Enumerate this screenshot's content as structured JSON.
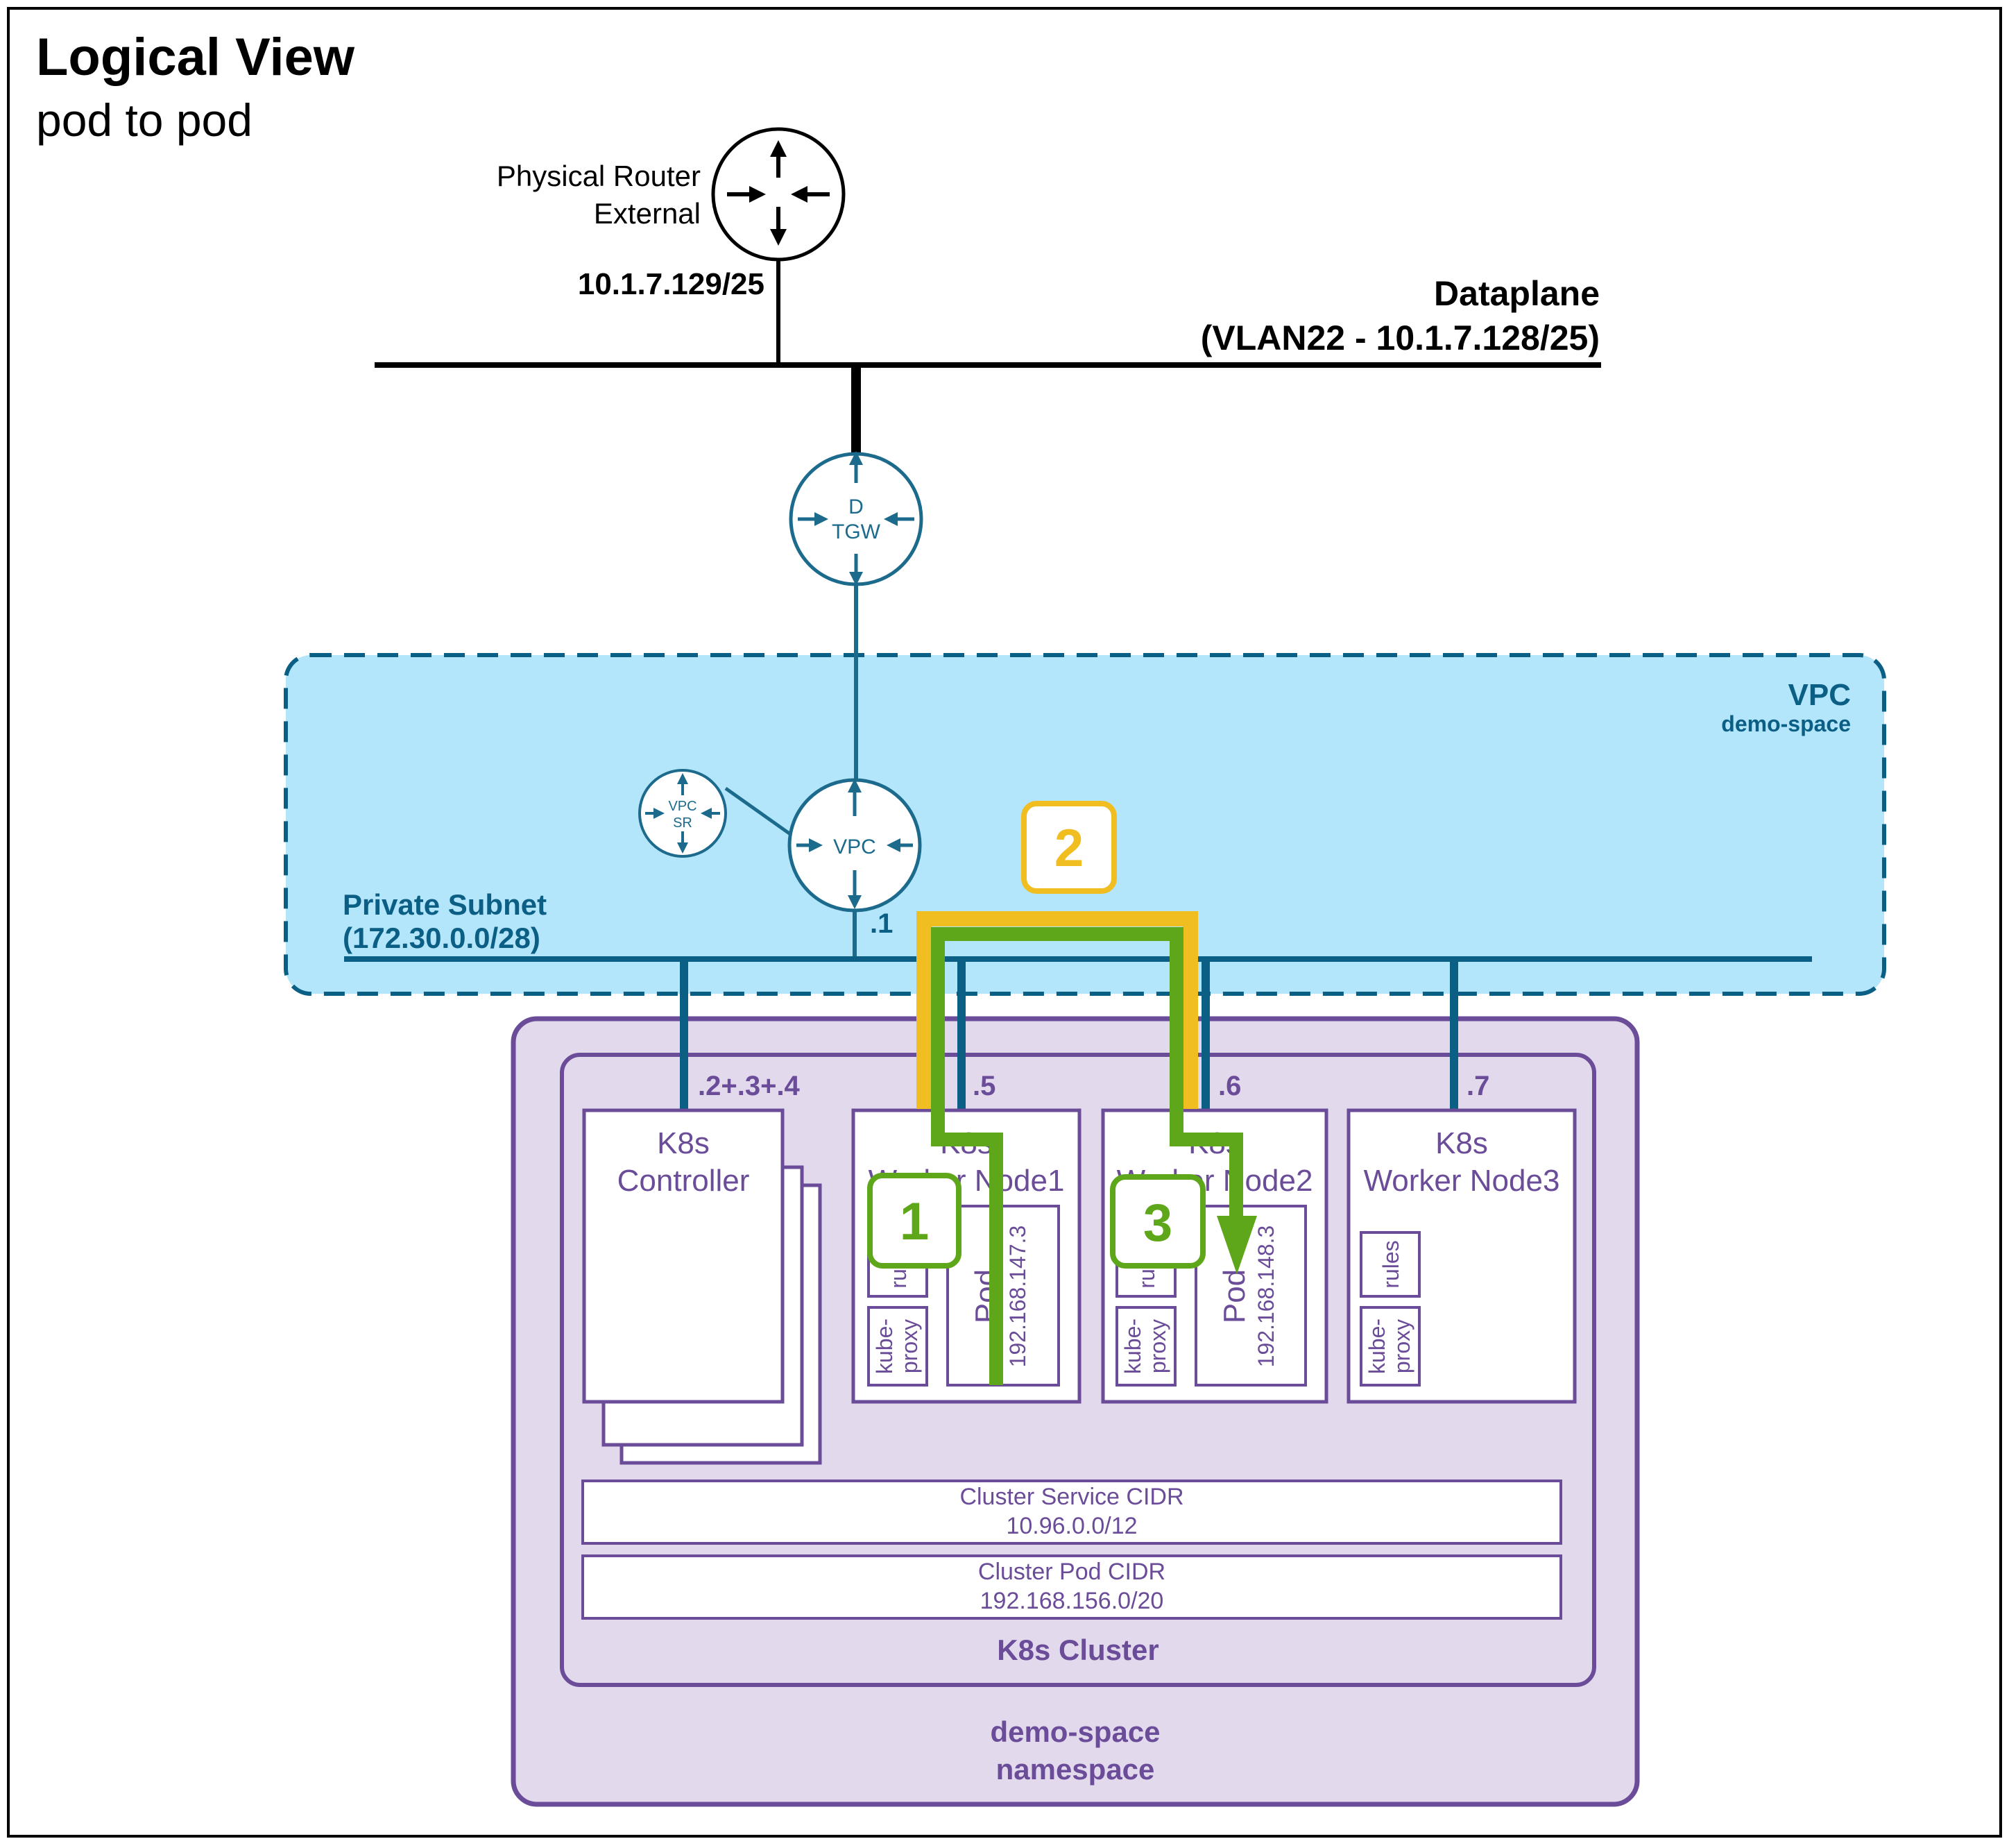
{
  "title": "Logical View",
  "subtitle": "pod to pod",
  "physical_router": {
    "line1": "Physical Router",
    "line2": "External",
    "ip": "10.1.7.129/25"
  },
  "dataplane": {
    "line1": "Dataplane",
    "line2": "(VLAN22 - 10.1.7.128/25)"
  },
  "tgw": {
    "line1": "D",
    "line2": "TGW"
  },
  "vpc_router": {
    "label": "VPC",
    "ip": ".1"
  },
  "vpc_sr": {
    "line1": "VPC",
    "line2": "SR"
  },
  "vpc": {
    "title": "VPC",
    "subtitle": "demo-space"
  },
  "subnet": {
    "line1": "Private Subnet",
    "line2": "(172.30.0.0/28)"
  },
  "nodes": {
    "controller": {
      "ip": ".2+.3+.4",
      "line1": "K8s",
      "line2": "Controller"
    },
    "worker1": {
      "ip": ".5",
      "line1": "K8s",
      "line2": "Worker Node1",
      "pod_label": "Pod",
      "pod_ip": "192.168.147.3",
      "rules": "rules",
      "kube_line1": "kube-",
      "kube_line2": "proxy"
    },
    "worker2": {
      "ip": ".6",
      "line1": "K8s",
      "line2": "Worker Node2",
      "pod_label": "Pod",
      "pod_ip": "192.168.148.3",
      "rules": "rules",
      "kube_line1": "kube-",
      "kube_line2": "proxy"
    },
    "worker3": {
      "ip": ".7",
      "line1": "K8s",
      "line2": "Worker Node3",
      "rules": "rules",
      "kube_line1": "kube-",
      "kube_line2": "proxy"
    }
  },
  "service_cidr": {
    "line1": "Cluster Service CIDR",
    "line2": "10.96.0.0/12"
  },
  "pod_cidr": {
    "line1": "Cluster Pod CIDR",
    "line2": "192.168.156.0/20"
  },
  "cluster_label": "K8s Cluster",
  "namespace": {
    "line1": "demo-space",
    "line2": "namespace"
  },
  "steps": [
    "1",
    "2",
    "3"
  ],
  "colors": {
    "vpc_fill": "#b3e5fb",
    "vpc_border": "#0b5f85",
    "purple": "#6a4c98",
    "namespace_fill": "#e2d9ed",
    "green": "#5ea61a",
    "yellow": "#f1be22"
  }
}
